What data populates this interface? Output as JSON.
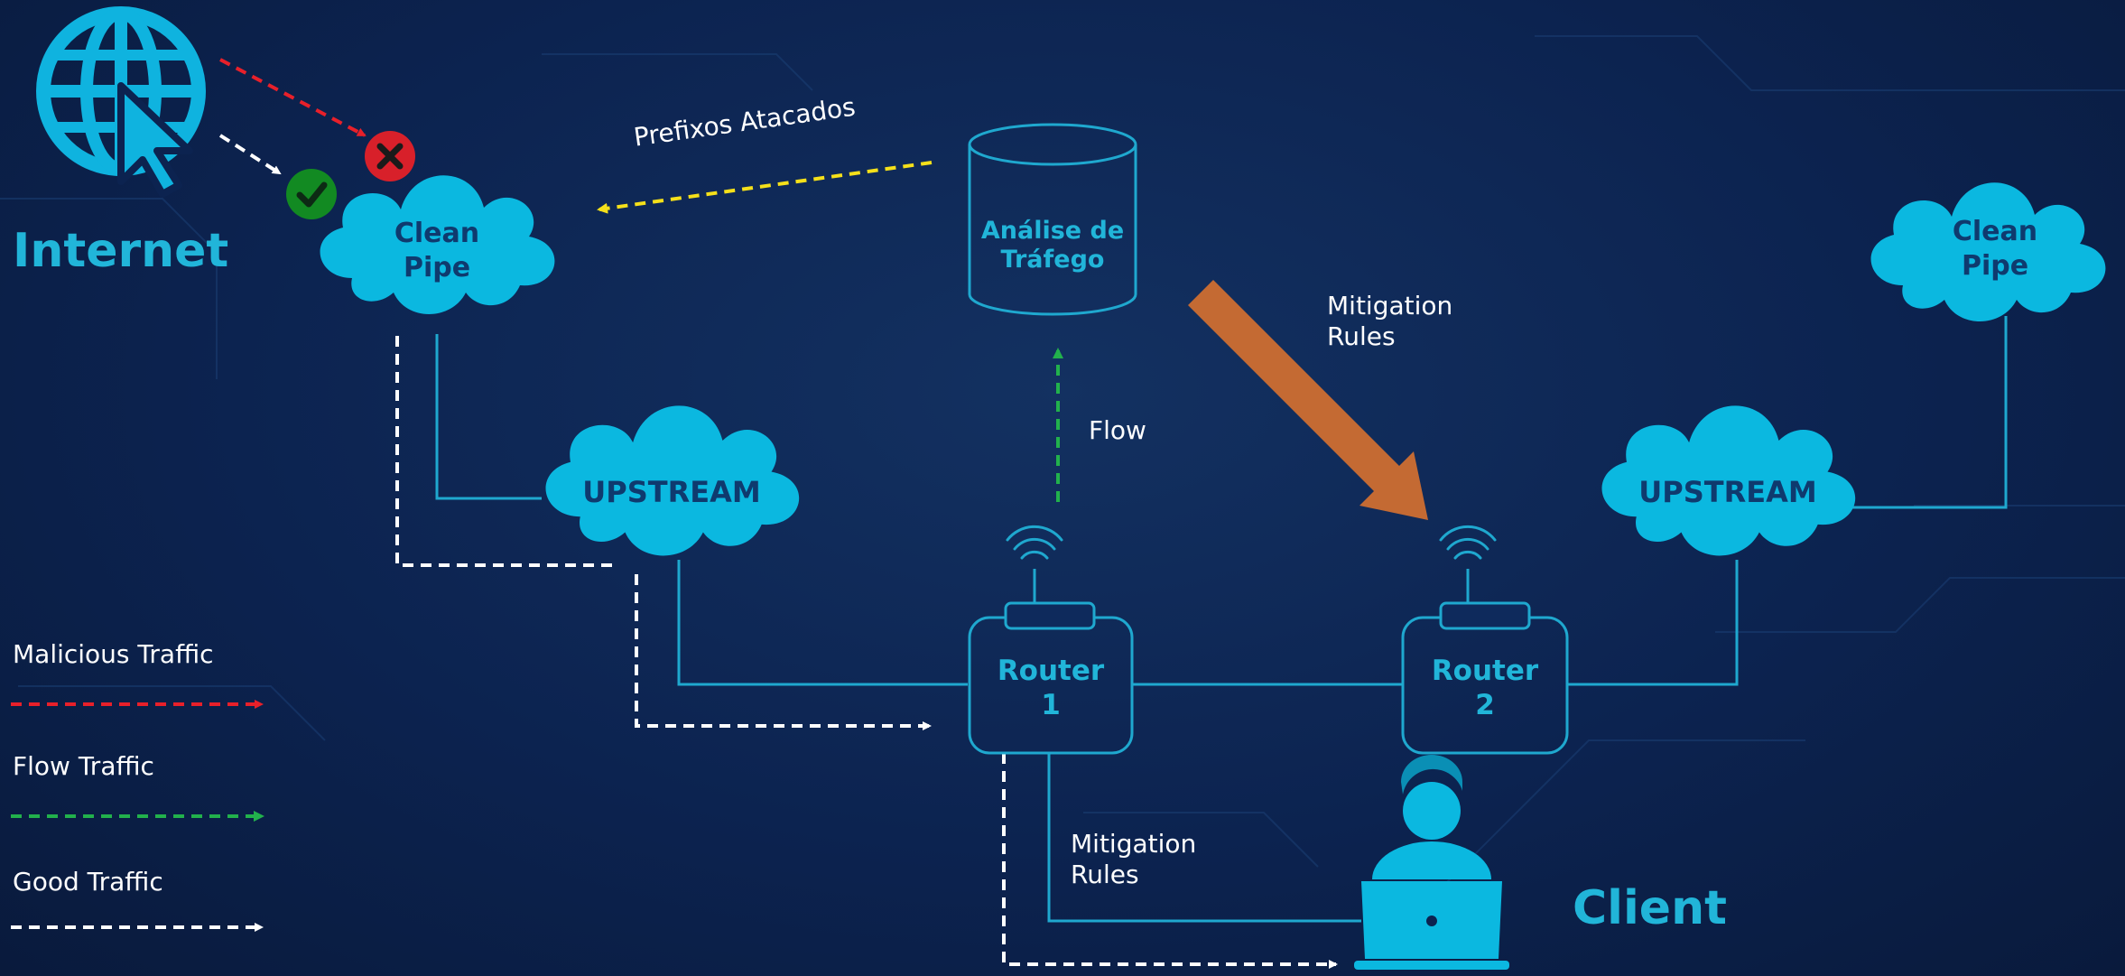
{
  "title_internet": "Internet",
  "title_client": "Client",
  "clouds": {
    "cleanpipe_left": "Clean\nPipe",
    "upstream_left": "UPSTREAM",
    "upstream_right": "UPSTREAM",
    "cleanpipe_right": "Clean\nPipe"
  },
  "analysis_db": "Análise de\nTráfego",
  "routers": {
    "r1": "Router\n1",
    "r2": "Router\n2"
  },
  "labels": {
    "prefixes": "Prefixos Atacados",
    "flow": "Flow",
    "mitigation_top": "Mitigation\nRules",
    "mitigation_bottom": "Mitigation\nRules"
  },
  "legend": {
    "malicious": "Malicious Traffic",
    "flow": "Flow Traffic",
    "good": "Good Traffic"
  },
  "colors": {
    "accent": "#21b5d9",
    "cloud": "#0bb8e0",
    "line": "#1fa8cf",
    "malicious": "#e8202a",
    "flow": "#22b14c",
    "good": "#ffffff",
    "prefix_arrow": "#f5e01a",
    "mitigation_arrow": "#c46a33",
    "ok_badge": "#128a22",
    "block_badge": "#d8202a"
  },
  "icons": [
    "globe-cursor-icon",
    "check-icon",
    "block-icon",
    "wifi-icon",
    "laptop-user-icon"
  ]
}
